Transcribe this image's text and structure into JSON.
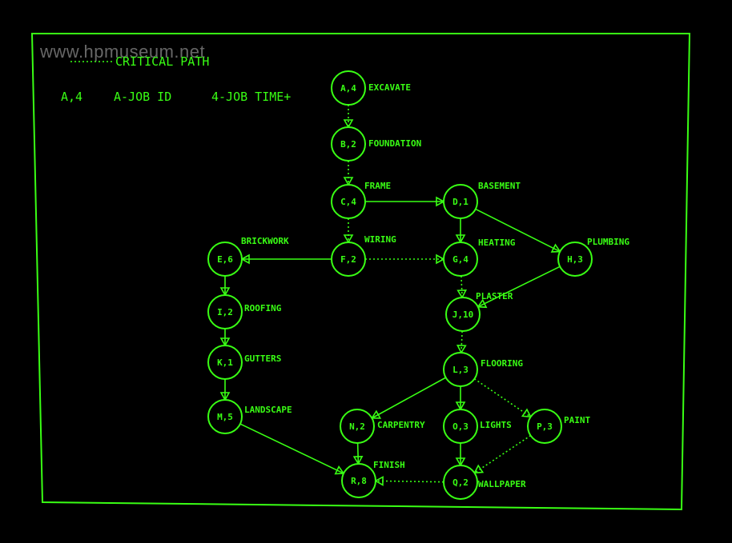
{
  "watermark": "www.hpmuseum.net",
  "legend": {
    "critical_path_label": "CRITICAL PATH",
    "key_example": "A,4",
    "key_job_id": "A-JOB ID",
    "key_job_time": "4-JOB TIME+"
  },
  "colors": {
    "phosphor": "#39ff14",
    "background": "#000000"
  },
  "nodes": [
    {
      "id": "A",
      "text": "A,4",
      "task": "EXCAVATE"
    },
    {
      "id": "B",
      "text": "B,2",
      "task": "FOUNDATION"
    },
    {
      "id": "C",
      "text": "C,4",
      "task": "FRAME"
    },
    {
      "id": "D",
      "text": "D,1",
      "task": "BASEMENT"
    },
    {
      "id": "E",
      "text": "E,6",
      "task": "BRICKWORK"
    },
    {
      "id": "F",
      "text": "F,2",
      "task": "WIRING"
    },
    {
      "id": "G",
      "text": "G,4",
      "task": "HEATING"
    },
    {
      "id": "H",
      "text": "H,3",
      "task": "PLUMBING"
    },
    {
      "id": "I",
      "text": "I,2",
      "task": "ROOFING"
    },
    {
      "id": "J",
      "text": "J,10",
      "task": "PLASTER"
    },
    {
      "id": "K",
      "text": "K,1",
      "task": "GUTTERS"
    },
    {
      "id": "L",
      "text": "L,3",
      "task": "FLOORING"
    },
    {
      "id": "M",
      "text": "M,5",
      "task": "LANDSCAPE"
    },
    {
      "id": "N",
      "text": "N,2",
      "task": "CARPENTRY"
    },
    {
      "id": "O",
      "text": "O,3",
      "task": "LIGHTS"
    },
    {
      "id": "P",
      "text": "P,3",
      "task": "PAINT"
    },
    {
      "id": "Q",
      "text": "Q,2",
      "task": "WALLPAPER"
    },
    {
      "id": "R",
      "text": "R,8",
      "task": "FINISH"
    }
  ],
  "edges": [
    {
      "from": "A",
      "to": "B",
      "critical": true
    },
    {
      "from": "B",
      "to": "C",
      "critical": true
    },
    {
      "from": "C",
      "to": "D",
      "critical": false
    },
    {
      "from": "C",
      "to": "F",
      "critical": true
    },
    {
      "from": "F",
      "to": "E",
      "critical": false
    },
    {
      "from": "F",
      "to": "G",
      "critical": true
    },
    {
      "from": "D",
      "to": "G",
      "critical": false
    },
    {
      "from": "D",
      "to": "H",
      "critical": false
    },
    {
      "from": "G",
      "to": "J",
      "critical": true
    },
    {
      "from": "H",
      "to": "J",
      "critical": false
    },
    {
      "from": "E",
      "to": "I",
      "critical": false
    },
    {
      "from": "I",
      "to": "K",
      "critical": false
    },
    {
      "from": "K",
      "to": "M",
      "critical": false
    },
    {
      "from": "M",
      "to": "R",
      "critical": false
    },
    {
      "from": "J",
      "to": "L",
      "critical": true
    },
    {
      "from": "L",
      "to": "N",
      "critical": false
    },
    {
      "from": "L",
      "to": "O",
      "critical": false
    },
    {
      "from": "L",
      "to": "P",
      "critical": true
    },
    {
      "from": "N",
      "to": "R",
      "critical": false
    },
    {
      "from": "O",
      "to": "Q",
      "critical": false
    },
    {
      "from": "P",
      "to": "Q",
      "critical": true
    },
    {
      "from": "Q",
      "to": "R",
      "critical": true
    }
  ]
}
